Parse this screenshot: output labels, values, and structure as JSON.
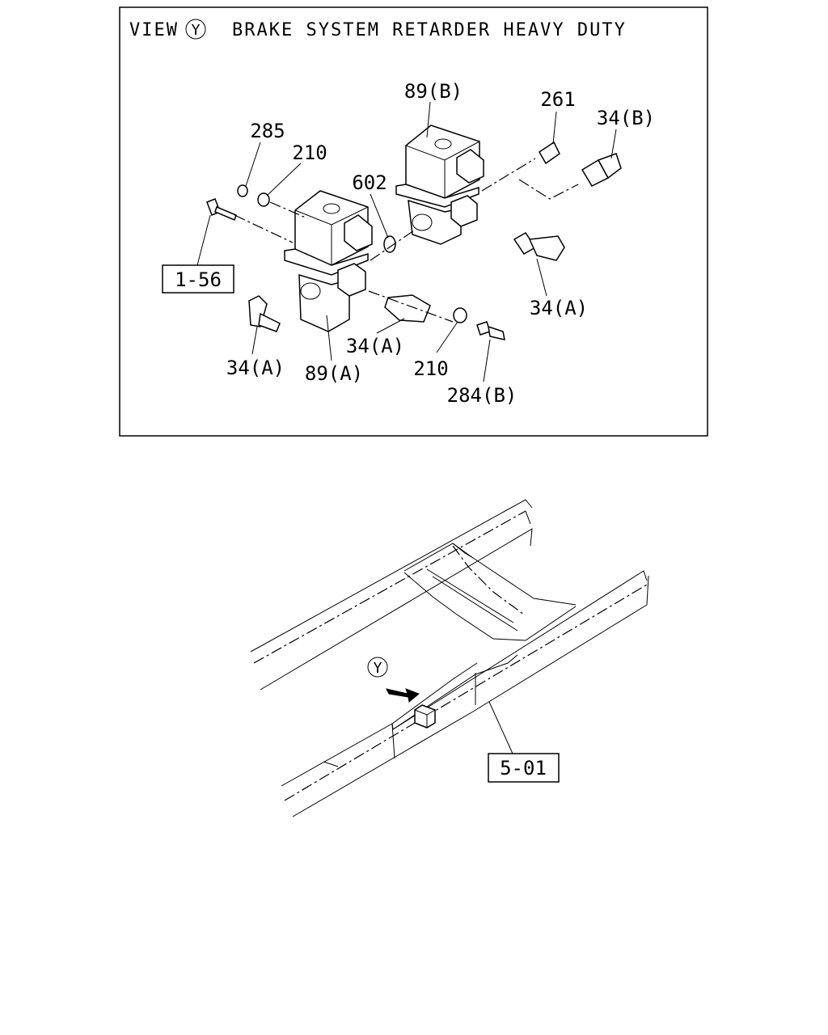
{
  "view": {
    "prefix": "VIEW",
    "marker": "Y",
    "title": "BRAKE SYSTEM RETARDER HEAVY DUTY"
  },
  "callouts": {
    "c89b": "89(B)",
    "c261": "261",
    "c34b": "34(B)",
    "c285": "285",
    "c210top": "210",
    "c602": "602",
    "ref156": "1-56",
    "c34a_right": "34(A)",
    "c34a_mid": "34(A)",
    "c34a_left": "34(A)",
    "c89a": "89(A)",
    "c210bot": "210",
    "c284b": "284(B)"
  },
  "frame": {
    "marker": "Y",
    "ref501": "5-01"
  }
}
